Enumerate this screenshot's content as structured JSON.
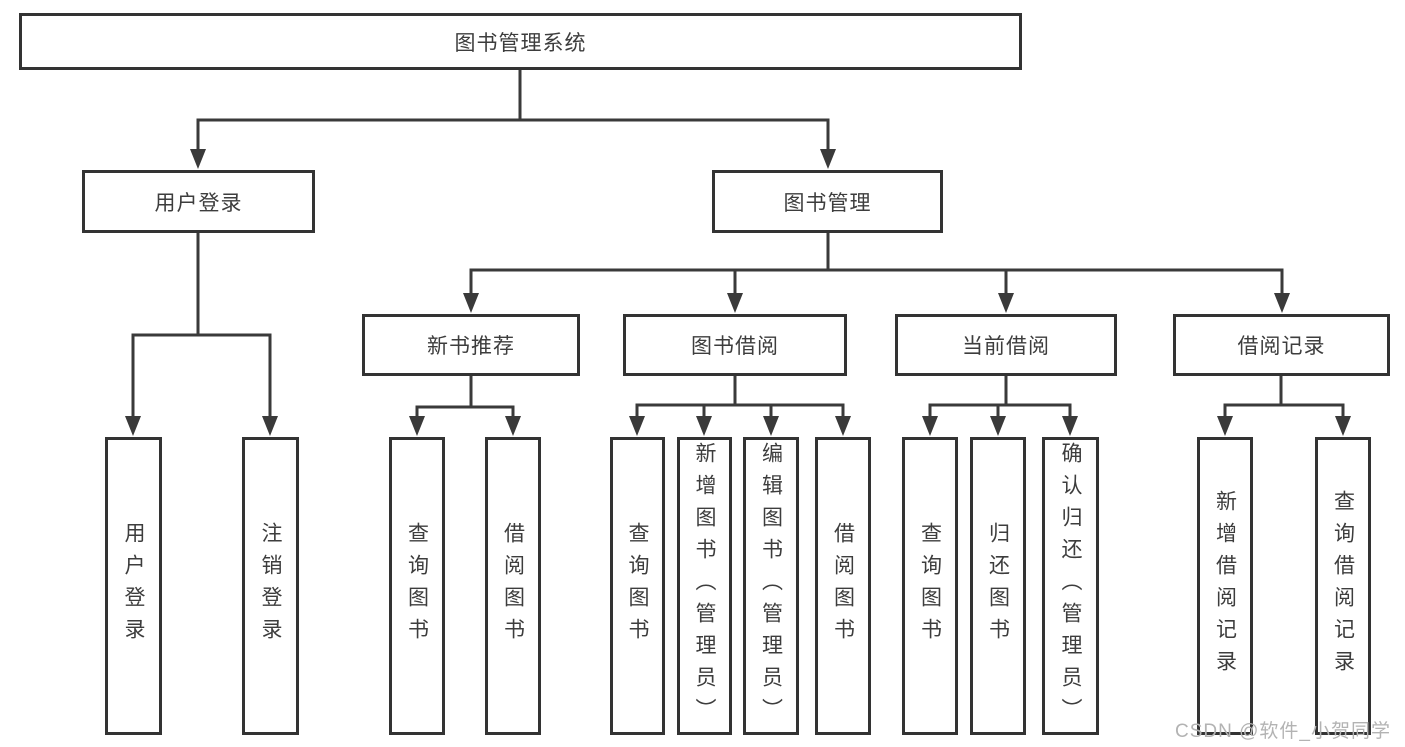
{
  "tree": {
    "label": "图书管理系统",
    "children": [
      {
        "label": "用户登录",
        "children": [
          {
            "label": "用户登录"
          },
          {
            "label": "注销登录"
          }
        ]
      },
      {
        "label": "图书管理",
        "children": [
          {
            "label": "新书推荐",
            "children": [
              {
                "label": "查询图书"
              },
              {
                "label": "借阅图书"
              }
            ]
          },
          {
            "label": "图书借阅",
            "children": [
              {
                "label": "查询图书"
              },
              {
                "label": "新增图书（管理员）"
              },
              {
                "label": "编辑图书（管理员）"
              },
              {
                "label": "借阅图书"
              }
            ]
          },
          {
            "label": "当前借阅",
            "children": [
              {
                "label": "查询图书"
              },
              {
                "label": "归还图书"
              },
              {
                "label": "确认归还（管理员）"
              }
            ]
          },
          {
            "label": "借阅记录",
            "children": [
              {
                "label": "新增借阅记录"
              },
              {
                "label": "查询借阅记录"
              }
            ]
          }
        ]
      }
    ]
  },
  "watermark": "CSDN @软件_小贺同学",
  "colors": {
    "line": "#3a3a3a",
    "box-border": "#333333",
    "text": "#3d3d3d",
    "watermark": "#b3b3b3",
    "background": "#ffffff"
  }
}
